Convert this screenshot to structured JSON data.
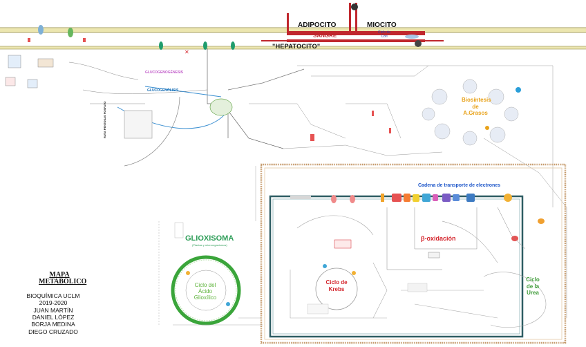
{
  "diagram": {
    "compartments": {
      "adipocito": "ADIPOCITO",
      "miocito": "MIOCITO",
      "sangre": "SANGRE",
      "ciclo_cori": "Ciclo de Cori",
      "hepatocito": "\"HEPATOCITO\"",
      "glioxisoma": "GLIOXISOMA",
      "glioxisoma_sub": "(Plantas y microorganismos)"
    },
    "pathways": {
      "glucogenogenesis": "GLUCOGENOGÉNESIS",
      "glucogenolisis": "GLUCOGENÓLISIS",
      "ruta_pentosas": "RUTA PENTOSAS FOSFATO",
      "ciclo_glioxilico": "Ciclo del Ácido Glioxílico",
      "cadena_transporte": "Cadena de transporte de electrones",
      "beta_oxidacion": "β-oxidación",
      "biosintesis_ag": "Biosíntesis de A.Grasos",
      "ciclo_krebs": "Ciclo de Krebs",
      "ciclo_urea": "Ciclo de la Urea"
    },
    "colors": {
      "membrane": "#e9e3a6",
      "blood": "#c0272d",
      "mito_outer": "#c69b6d",
      "mito_inner": "#2e5d63",
      "glyoxysome": "#3aa53a",
      "krebs": "#d4232a",
      "transport": "#1d56c9",
      "fatty_acid": "#e8a21a",
      "urea": "#3c9a36",
      "glycogen": "#1a6fb5"
    }
  },
  "credits": {
    "title": "MAPA METABÓLICO",
    "lines": [
      "BIOQUÍMICA UCLM",
      "2019-2020",
      "JUAN MARTÍN",
      "DANIEL LÓPEZ",
      "BORJA MEDINA",
      "DIEGO CRUZADO"
    ]
  }
}
